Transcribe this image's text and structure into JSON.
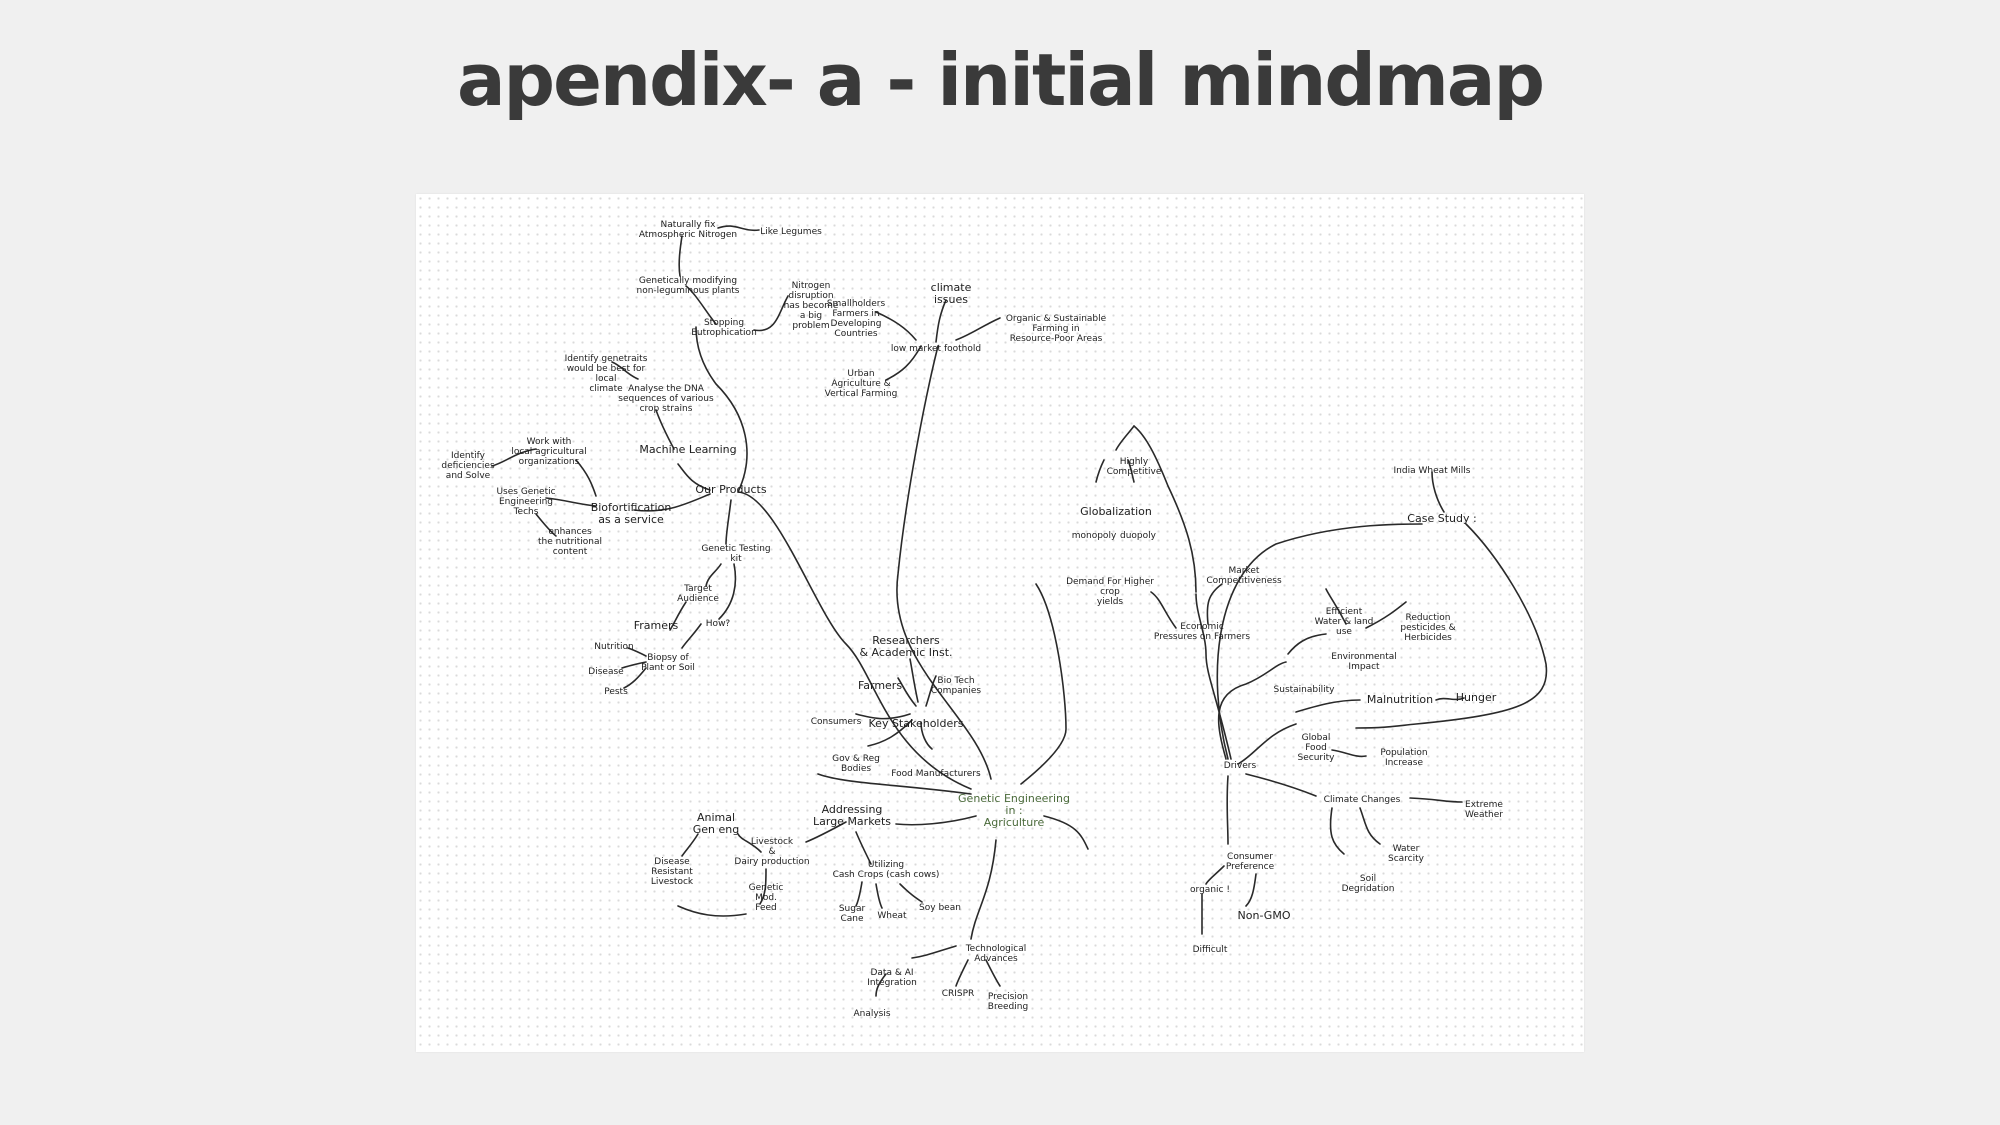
{
  "slide": {
    "title": "apendix- a - initial mindmap"
  },
  "mindmap": {
    "center": "Genetic Engineering\nin :\nAgriculture",
    "our_products": "Our Products",
    "stopping_eutrophication": "Stopping\nEutrophication",
    "nitrogen_problem": "Nitrogen\ndisruption\nhas become\na big\nproblem",
    "genetically_modifying": "Genetically modifying\nnon-leguminous plants",
    "naturally_fix": "Naturally fix\nAtmospheric Nitrogen",
    "like_legumes": "Like Legumes",
    "machine_learning": "Machine Learning",
    "analyse_dna": "Analyse the DNA\nsequences of various\ncrop strains",
    "identify_genetraits": "Identify genetraits\nwould be best for\nlocal\nclimate",
    "biofortification": "Biofortification\nas a service",
    "work_with": "Work with\nlocal agricultural\norganizations",
    "identify_deficiencies": "Identify\ndeficiencies\nand Solve",
    "uses_genetic": "Uses Genetic\nEngineering\nTechs",
    "enhances": "enhances\nthe nutritional\ncontent",
    "genetic_testing": "Genetic Testing\nkit",
    "target_audience": "Target\nAudience",
    "framers": "Framers",
    "how": "How?",
    "biopsy": "Biopsy of\nPlant or Soil",
    "nutrition": "Nutrition",
    "disease": "Disease",
    "pests": "Pests",
    "key_stakeholders": "Key Stakeholders",
    "researchers": "Researchers\n& Academic Inst.",
    "farmers": "Farmers",
    "biotech": "Bio Tech\nCompanies",
    "consumers": "Consumers",
    "gov_bodies": "Gov & Reg\nBodies",
    "food_manufacturers": "Food Manufacturers",
    "low_market": "low market foothold",
    "climate_issues": "climate\nissues",
    "smallholders": "Smallholders\nFarmers in\nDeveloping\nCountries",
    "organic": "Organic & Sustainable\nFarming in\nResource-Poor Areas",
    "urban": "Urban\nAgriculture &\nVertical Farming",
    "highly_competitive": "Highly\nCompetitive",
    "globalization": "Globalization",
    "monopoly": "monopoly",
    "duopoly": "duopoly",
    "demand": "Demand For Higher\ncrop\nyields",
    "economic": "Economic\nPressures on Farmers",
    "market_competitiveness": "Market\nCompetitiveness",
    "efficient": "Efficient\nWater & land\nuse",
    "reduction": "Reduction\npesticides &\nHerbicides",
    "environmental": "Environmental\nImpact",
    "sustainability": "Sustainability",
    "india_wheat": "India Wheat Mills",
    "case_study": "Case Study :",
    "malnutrition": "Malnutrition",
    "hunger": "Hunger",
    "global_food": "Global\nFood\nSecurity",
    "population": "Population\nIncrease",
    "drivers": "Drivers",
    "climate_changes": "Climate Changes",
    "extreme_weather": "Extreme\nWeather",
    "water_scarcity": "Water\nScarcity",
    "soil_degradation": "Soil\nDegridation",
    "consumer_preference": "Consumer\nPreference",
    "organic_q": "organic !",
    "non_gmo": "Non-GMO",
    "difficult": "Difficult",
    "addressing": "Addressing\nLarge Markets",
    "livestock": "Livestock\n&\nDairy production",
    "animal_gen": "Animal\nGen eng",
    "disease_resistant": "Disease\nResistant\nLivestock",
    "genetic_mod_feed": "Genetic\nMod.\nFeed",
    "utilizing": "Utilizing\nCash Crops (cash cows)",
    "sugar_cane": "Sugar\nCane",
    "wheat": "Wheat",
    "soy_bean": "Soy bean",
    "technological": "Technological\nAdvances",
    "data_ai": "Data & AI\nIntegration",
    "analysis": "Analysis",
    "crispr": "CRISPR",
    "precision": "Precision\nBreeding"
  }
}
